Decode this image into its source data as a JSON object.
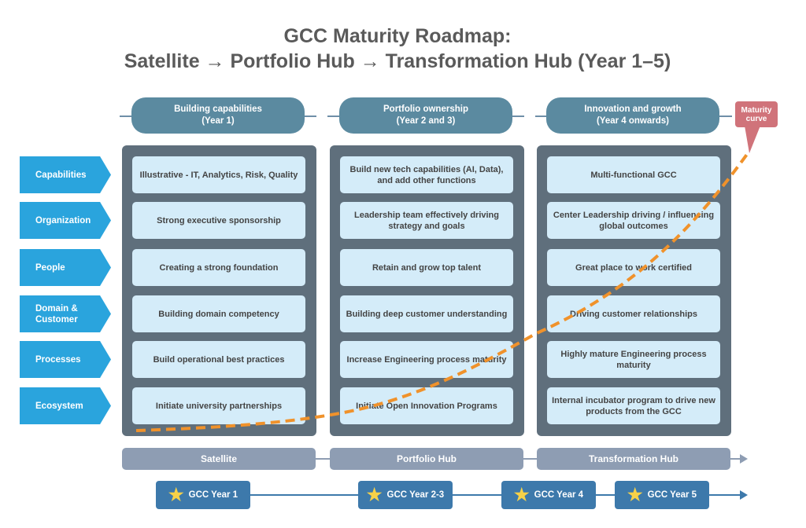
{
  "title": {
    "line1": "GCC Maturity Roadmap:",
    "line2": "Satellite → Portfolio Hub → Transformation Hub (Year 1–5)"
  },
  "phases": [
    {
      "title": "Building capabilities",
      "sub": "(Year 1)",
      "cells": [
        "Illustrative - IT, Analytics, Risk, Quality",
        "Strong executive sponsorship",
        "Creating a strong foundation",
        "Building domain competency",
        "Build operational best practices",
        "Initiate university partnerships"
      ]
    },
    {
      "title": "Portfolio ownership",
      "sub": "(Year 2 and 3)",
      "cells": [
        "Build new tech capabilities (AI, Data), and add other functions",
        "Leadership team effectively driving strategy and goals",
        "Retain and grow top talent",
        "Building deep customer understanding",
        "Increase Engineering process maturity",
        "Initiate Open Innovation Programs"
      ]
    },
    {
      "title": "Innovation and growth",
      "sub": "(Year 4 onwards)",
      "cells": [
        "Multi-functional GCC",
        "Center Leadership driving / influencing global outcomes",
        "Great place to work certified",
        "Driving customer relationships",
        "Highly mature Engineering process maturity",
        "Internal incubator program to drive new products from the GCC"
      ]
    }
  ],
  "rows": [
    "Capabilities",
    "Organization",
    "People",
    "Domain & Customer",
    "Processes",
    "Ecosystem"
  ],
  "callout": "Maturity curve",
  "stages": [
    "Satellite",
    "Portfolio Hub",
    "Transformation Hub"
  ],
  "years": [
    "GCC Year 1",
    "GCC Year 2-3",
    "GCC Year 4",
    "GCC Year 5"
  ],
  "colors": {
    "curve": "#f0922b",
    "callout": "#d0737a",
    "header": "#5b8aa0",
    "row": "#2aa4dd"
  }
}
